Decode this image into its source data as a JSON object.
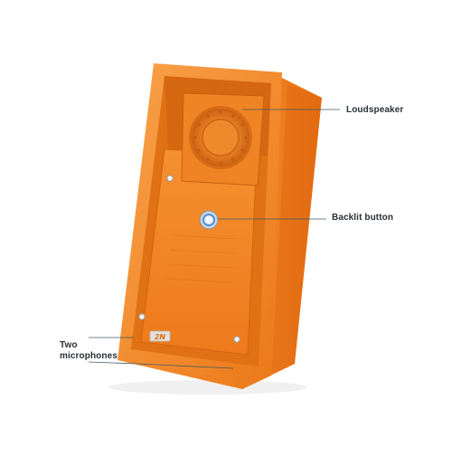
{
  "colors": {
    "housing": "#f07c1c",
    "housing_dark": "#c55a0d",
    "housing_light": "#f9a148",
    "callout_line": "#3f5a66",
    "button_ring": "#4f8fd9"
  },
  "callouts": {
    "loudspeaker": "Loudspeaker",
    "backlit_button": "Backlit button",
    "microphones_line1": "Two",
    "microphones_line2": "microphones"
  },
  "device": {
    "logo": "2N"
  }
}
